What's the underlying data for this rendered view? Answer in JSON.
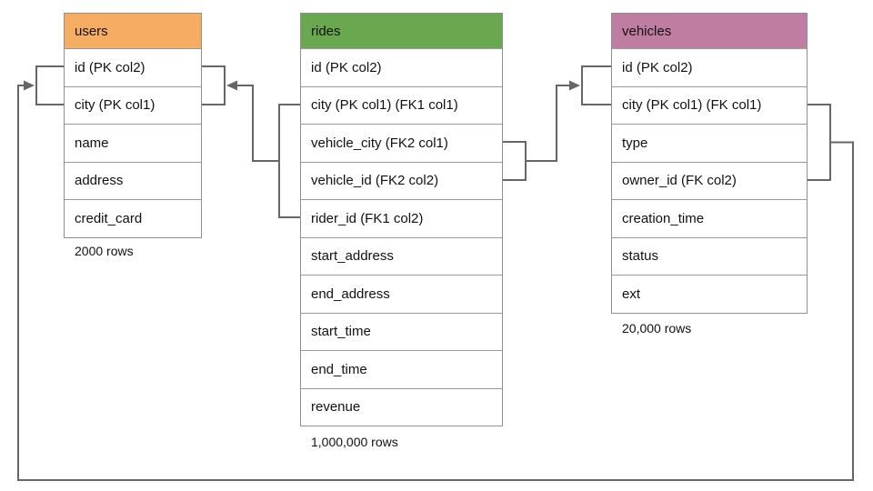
{
  "diagram": {
    "connector_color": "#666666",
    "border_color": "#8f8f8f",
    "tables": [
      {
        "id": "users",
        "title": "users",
        "header_color": "#F6AC61",
        "columns": [
          "id (PK col2)",
          "city (PK col1)",
          "name",
          "address",
          "credit_card"
        ],
        "row_count": "2000 rows"
      },
      {
        "id": "rides",
        "title": "rides",
        "header_color": "#6AA84F",
        "columns": [
          "id (PK col2)",
          "city (PK col1) (FK1 col1)",
          "vehicle_city (FK2 col1)",
          "vehicle_id (FK2 col2)",
          "rider_id (FK1 col2)",
          "start_address",
          "end_address",
          "start_time",
          "end_time",
          "revenue"
        ],
        "row_count": "1,000,000 rows"
      },
      {
        "id": "vehicles",
        "title": "vehicles",
        "header_color": "#C07DA2",
        "columns": [
          "id (PK col2)",
          "city (PK col1) (FK col1)",
          "type",
          "owner_id (FK col2)",
          "creation_time",
          "status",
          "ext"
        ],
        "row_count": "20,000 rows"
      }
    ],
    "relationships": [
      {
        "from": "rides (city, rider_id)",
        "to": "users (id, city)",
        "label": "FK1"
      },
      {
        "from": "rides (vehicle_city, vehicle_id)",
        "to": "vehicles (id, city)",
        "label": "FK2"
      },
      {
        "from": "vehicles (city, owner_id)",
        "to": "users (id, city)",
        "label": "FK"
      }
    ]
  }
}
